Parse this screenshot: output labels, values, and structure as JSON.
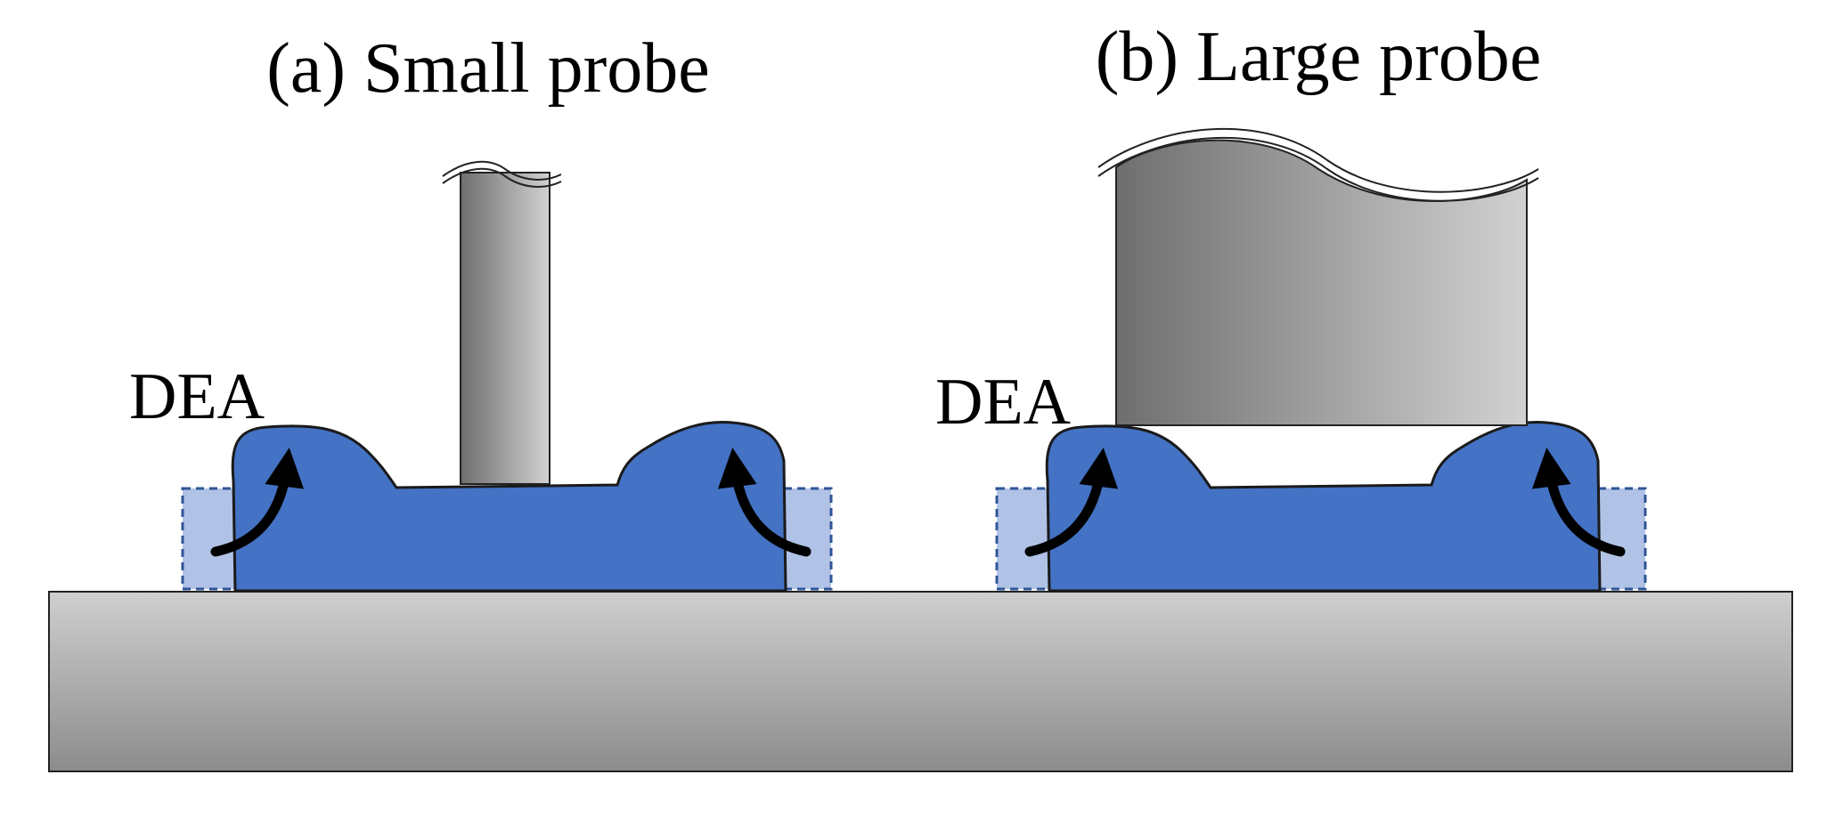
{
  "panels": {
    "a": {
      "title": "(a) Small probe",
      "label": "DEA"
    },
    "b": {
      "title": "(b) Large probe",
      "label": "DEA"
    }
  },
  "colors": {
    "dea_fill": "#4472C4",
    "dea_outline": "#1A1A1A",
    "dea_original_footprint": "#B0C2E6",
    "dea_footprint_border": "#2F5597",
    "arrow": "#000000",
    "probe_dark": "#6E6E6E",
    "probe_light": "#D2D2D2",
    "substrate_top": "#CFCFCF",
    "substrate_bottom": "#8C8C8C"
  }
}
